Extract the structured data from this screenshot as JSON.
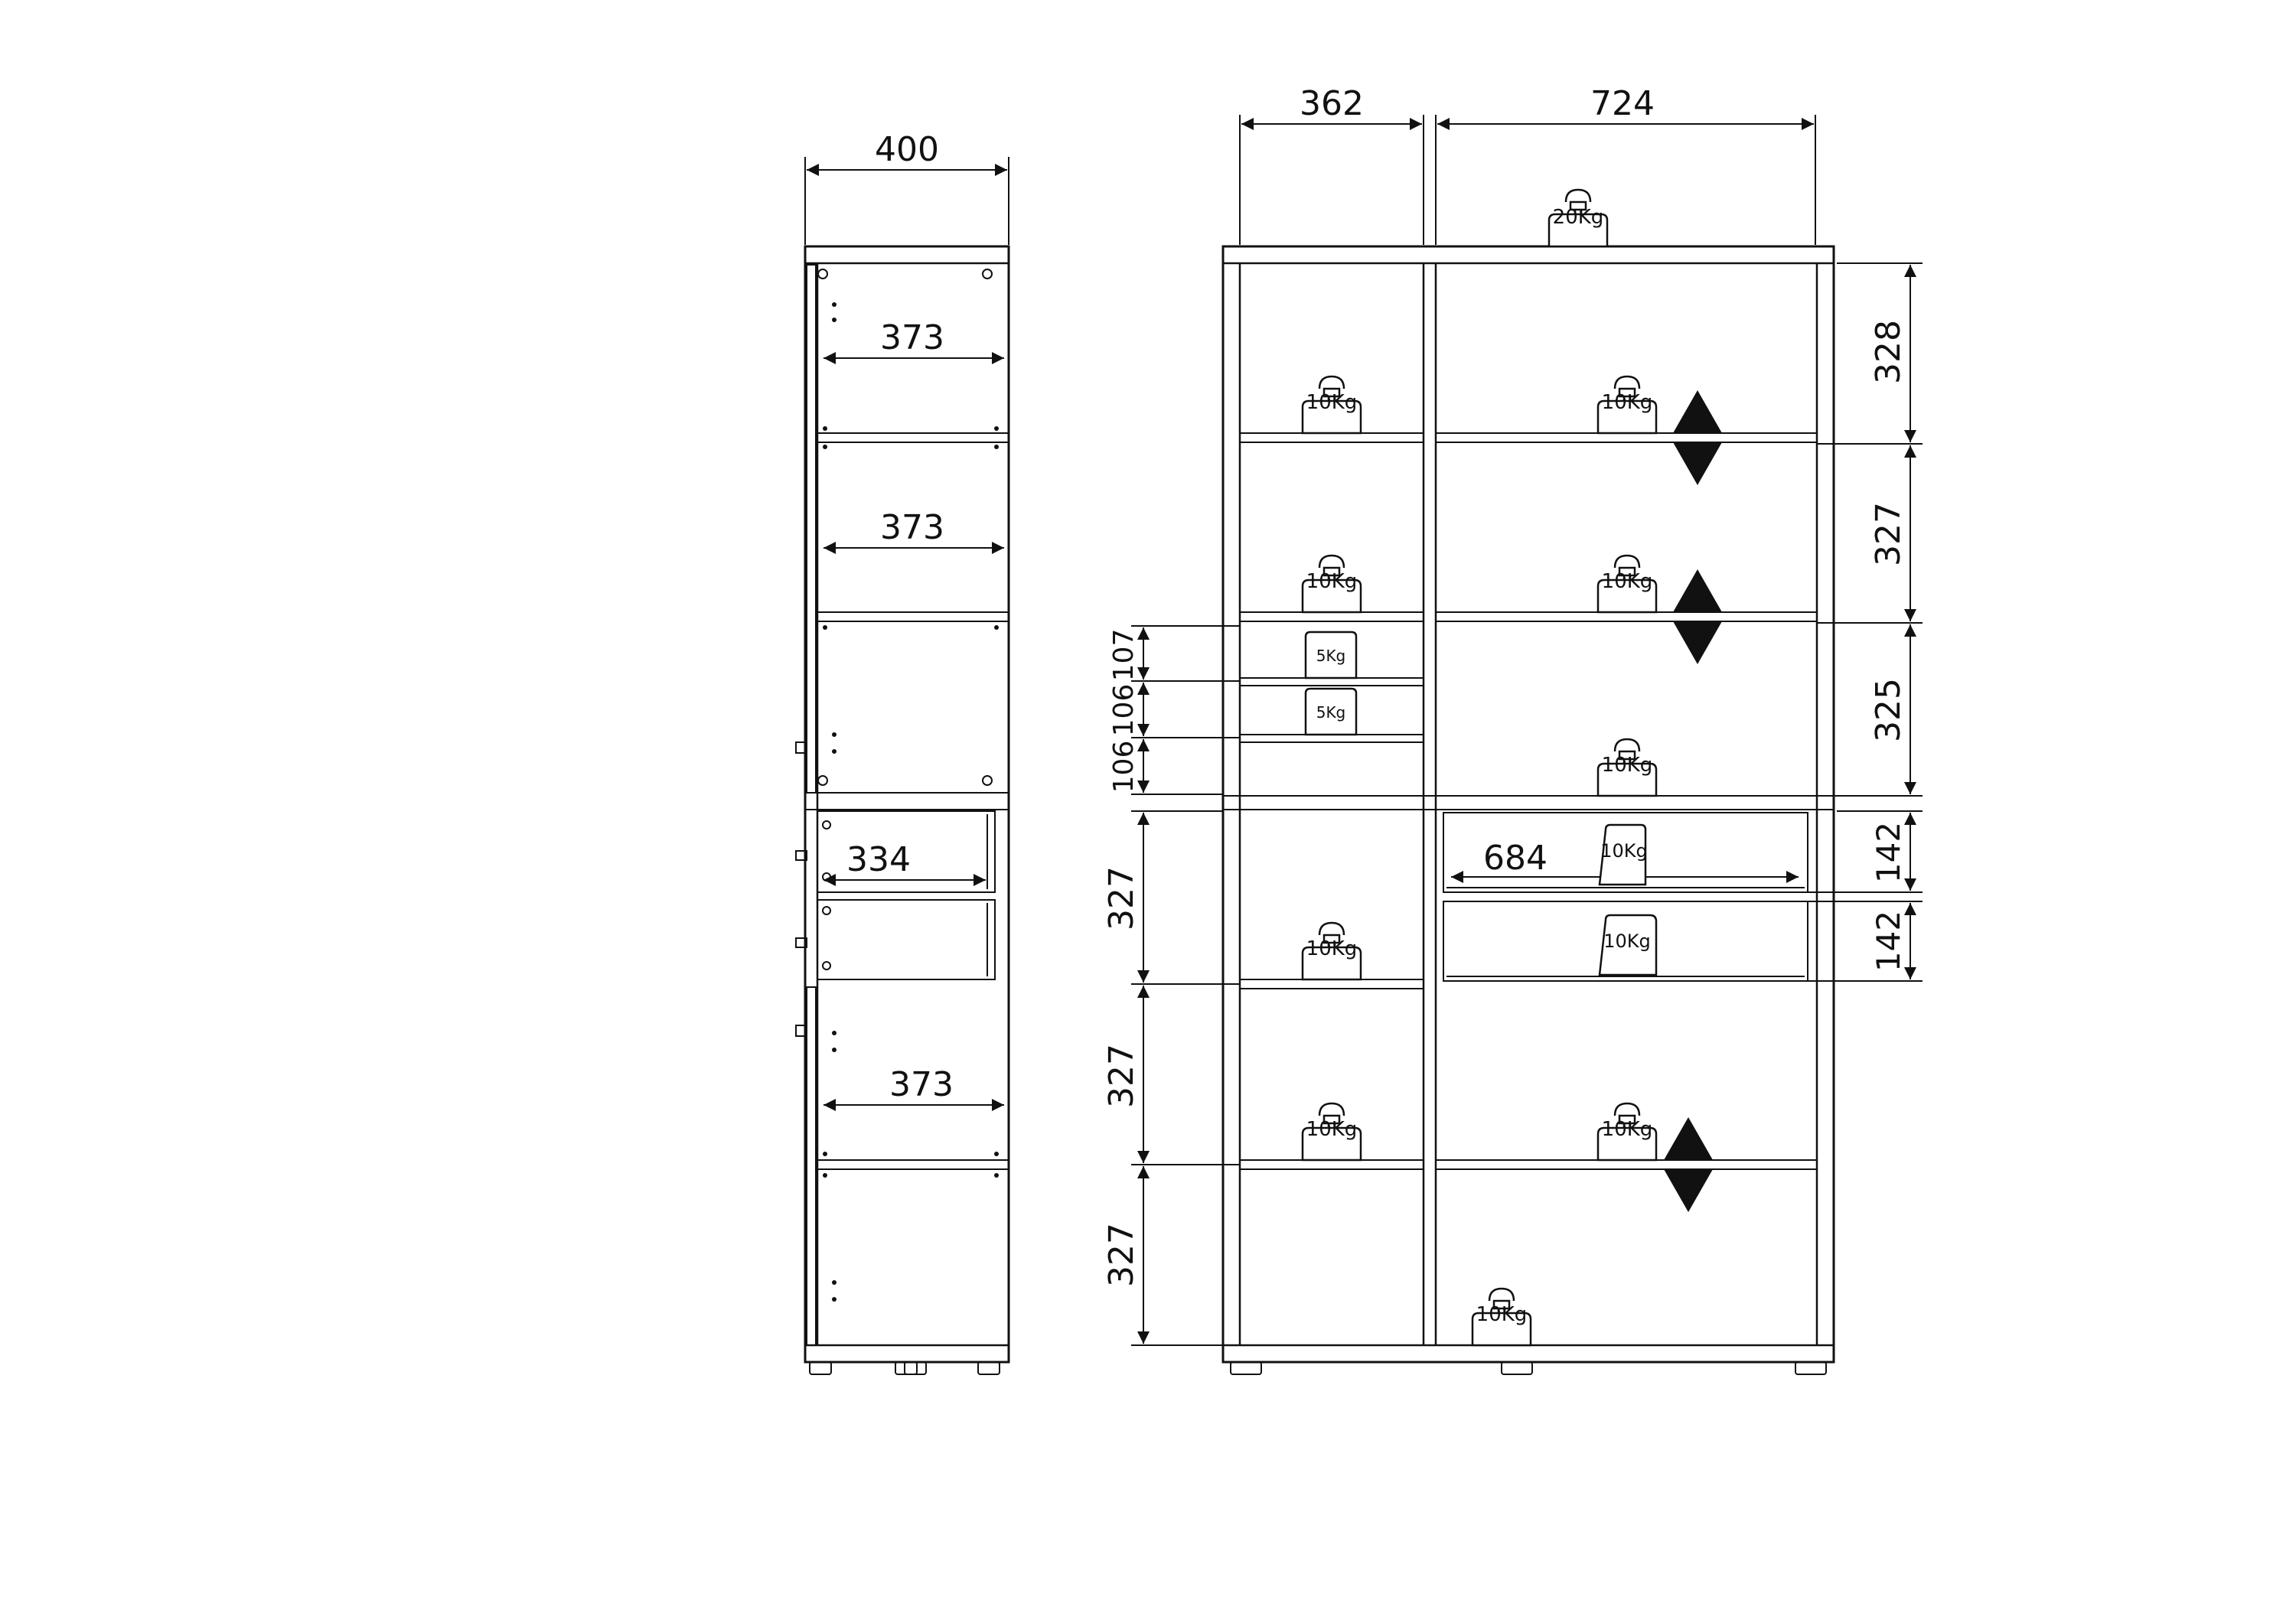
{
  "side_view": {
    "width_dim": "400",
    "inner_dims": [
      "373",
      "373",
      "334",
      "373"
    ]
  },
  "front_view": {
    "top_dims": [
      "362",
      "724"
    ],
    "right_dims": [
      "328",
      "327",
      "325",
      "142",
      "142"
    ],
    "left_dims": [
      "107",
      "106",
      "106",
      "327",
      "327",
      "327"
    ],
    "drawer_width": "684",
    "top_weight": "20Kg",
    "shelf_weight": "10Kg",
    "small_weight": "5Kg"
  },
  "colors": {
    "line": "#111111",
    "background": "#ffffff"
  }
}
